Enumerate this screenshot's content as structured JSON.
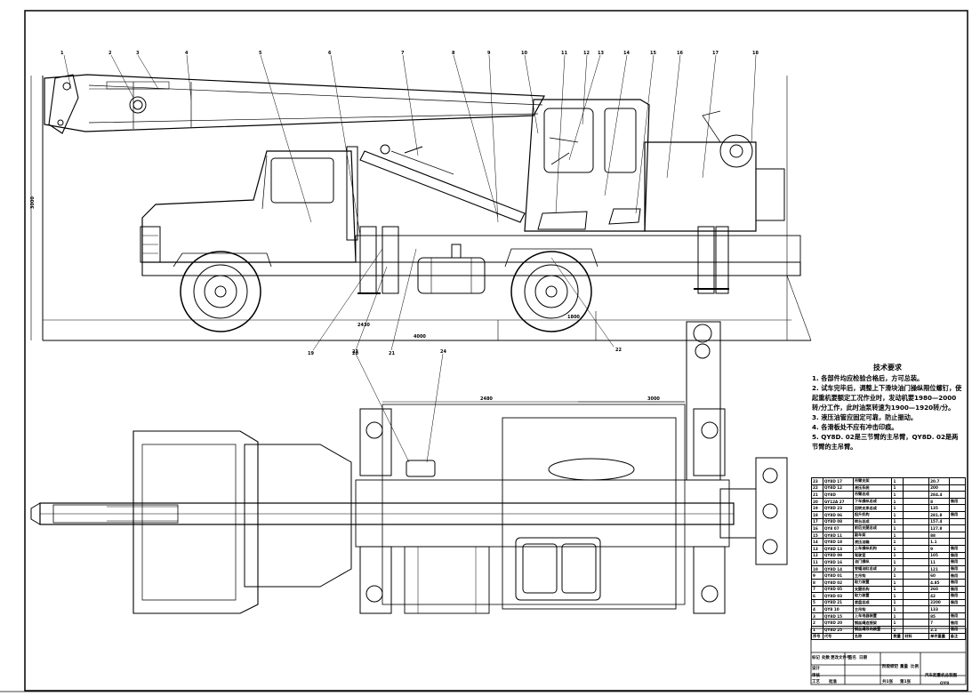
{
  "drawing": {
    "notes_title": "技术要求",
    "notes": [
      "1. 各部件均应检验合格后，方可总装。",
      "2. 试车完毕后，调整上下滑块油门操纵限位螺钉，使起重机要额定工况作业时，发动机要1980—2000转/分工作，此时油泵转速为1900—1920转/分。",
      "3. 液压油管应固定可靠，防止振动。",
      "4. 各滑板处不应有冲击印痕。",
      "5. QY8D. 02是三节臂的主吊臂，QY8D. 02是两节臂的主吊臂。"
    ],
    "dims": [
      "2480",
      "3000",
      "4000",
      "2430",
      "1800",
      "3000"
    ],
    "bom_rows": [
      [
        "23",
        "QY8D 17",
        "吊臂支架",
        "1",
        "",
        "20.7",
        ""
      ],
      [
        "22",
        "QY8D 12",
        "液压系统",
        "1",
        "",
        "200",
        ""
      ],
      [
        "21",
        "QY8D",
        "吊臂总成",
        "1",
        "",
        "284.4",
        ""
      ],
      [
        "20",
        "GY12A 27",
        "下车操纵总成",
        "1",
        "",
        "8",
        "借用"
      ],
      [
        "19",
        "QY8D 23",
        "回转支承总成",
        "1",
        "",
        "135",
        ""
      ],
      [
        "18",
        "QY8D 06",
        "起升机构",
        "1",
        "",
        "281.8",
        "借用"
      ],
      [
        "17",
        "QY8D 08",
        "转台总成",
        "1",
        "",
        "157.4",
        ""
      ],
      [
        "16",
        "QY8 07",
        "前后支腿总成",
        "1",
        "",
        "127.8",
        ""
      ],
      [
        "15",
        "QY8D 11",
        "副车架",
        "1",
        "",
        "88",
        ""
      ],
      [
        "14",
        "QY8D 18",
        "液压油箱",
        "1",
        "",
        "1.1",
        ""
      ],
      [
        "13",
        "QY8D 13",
        "上车操纵机构",
        "1",
        "",
        "9",
        "借用"
      ],
      [
        "12",
        "QY8D 09",
        "驾驶室",
        "1",
        "",
        "105",
        "借用"
      ],
      [
        "11",
        "QY8D 16",
        "油门操纵",
        "1",
        "",
        "11",
        "借用"
      ],
      [
        "10",
        "QY8D 14",
        "变幅油缸总成",
        "2",
        "",
        "121",
        "借用"
      ],
      [
        "9",
        "QY8D 01",
        "主吊钩",
        "1",
        "",
        "60",
        "借用"
      ],
      [
        "8",
        "QY8D 02",
        "取力装置",
        "1",
        "",
        "4.85",
        "借用"
      ],
      [
        "7",
        "QY8D 05",
        "支腿机构",
        "1",
        "",
        "260",
        "借用"
      ],
      [
        "6",
        "QY8D 03",
        "取力装置",
        "1",
        "",
        "42",
        "借用"
      ],
      [
        "5",
        "QY8D 21",
        "底盘总成",
        "1",
        "",
        "2200",
        "借用"
      ],
      [
        "4",
        "QY8 10",
        "主吊钩",
        "1",
        "",
        "133",
        ""
      ],
      [
        "3",
        "QY8D 15",
        "上车电器装置",
        "1",
        "",
        "85",
        "借用"
      ],
      [
        "2",
        "QY8D 20",
        "钢丝绳连接架",
        "1",
        "",
        "7",
        "借用"
      ],
      [
        "1",
        "QY8D 25",
        "钢丝绳导向装置",
        "1",
        "",
        "2.1",
        "借用"
      ]
    ],
    "bom_header": [
      "序号",
      "代号",
      "名称",
      "数量",
      "材料",
      "单件重量",
      "备注"
    ],
    "title_block": {
      "name": "汽车起重机总装图",
      "code": "QY8",
      "sheets": "共1张",
      "sheet_no": "第1张",
      "rows": [
        "标记",
        "处数",
        "更改文件号",
        "签名",
        "日期"
      ],
      "roles": [
        "设计",
        "审核",
        "工艺",
        "批准"
      ],
      "stage": "阶段标记",
      "weight": "重量",
      "scale": "比例"
    }
  }
}
